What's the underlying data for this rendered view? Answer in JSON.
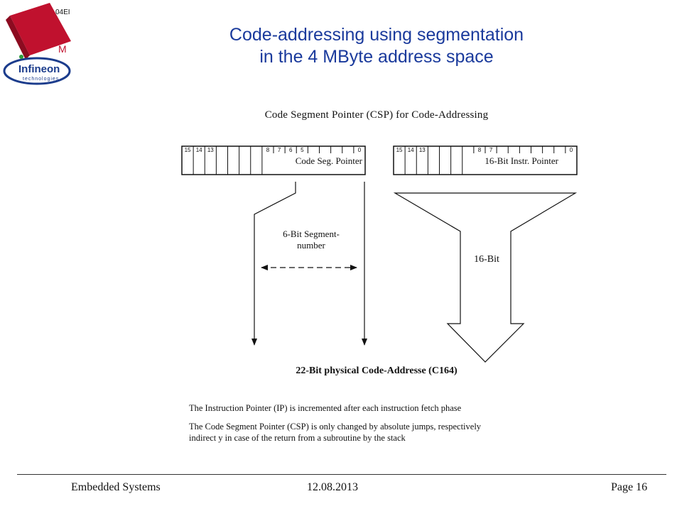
{
  "logo": {
    "tag": "04EI",
    "mark": "M",
    "brand": "Infineon",
    "brand_sub": "technologies"
  },
  "title": {
    "line1": "Code-addressing using segmentation",
    "line2": "in the 4 MByte address space"
  },
  "csp_caption": "Code Segment Pointer (CSP)  for Code-Addressing",
  "registers": {
    "left": {
      "label": "Code Seg. Pointer",
      "bits": [
        {
          "n": "15",
          "i": 0
        },
        {
          "n": "14",
          "i": 1
        },
        {
          "n": "13",
          "i": 2
        },
        {
          "n": "8",
          "i": 7
        },
        {
          "n": "7",
          "i": 8
        },
        {
          "n": "6",
          "i": 9
        },
        {
          "n": "5",
          "i": 10
        },
        {
          "n": "0",
          "i": 15
        }
      ]
    },
    "right": {
      "label": "16-Bit Instr. Pointer",
      "bits": [
        {
          "n": "15",
          "i": 0
        },
        {
          "n": "14",
          "i": 1
        },
        {
          "n": "13",
          "i": 2
        },
        {
          "n": "8",
          "i": 7
        },
        {
          "n": "7",
          "i": 8
        },
        {
          "n": "0",
          "i": 15
        }
      ]
    }
  },
  "segment_label": {
    "line1": "6-Bit Segment-",
    "line2": "number"
  },
  "sixteen_bit_label": "16-Bit",
  "physical_address_label": "22-Bit physical Code-Addresse (C164)",
  "notes": [
    "The Instruction Pointer (IP) is  incremented  after each instruction fetch phase",
    "The Code Segment Pointer (CSP) is only changed by  absolute jumps, respectively\nindirect y in case of the return from a subroutine by the stack"
  ],
  "footer": {
    "left": "Embedded Systems",
    "center": "12.08.2013",
    "right": "Page 16"
  },
  "colors": {
    "title": "#1a3a9c",
    "logo_red": "#c0112e",
    "logo_blue": "#1b3c8c",
    "logo_green": "#2e9a3a"
  }
}
